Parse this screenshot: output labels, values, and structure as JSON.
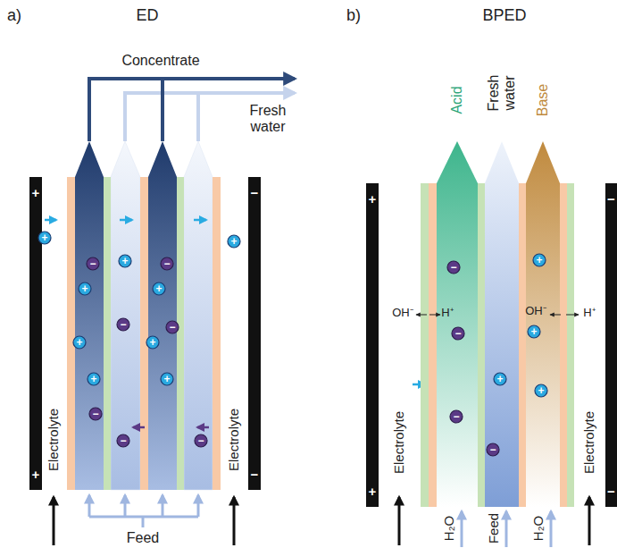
{
  "diagram": {
    "nodes": [
      {
        "text": [
          "+",
          "+"
        ]
      },
      {
        "text": [
          "−",
          "−"
        ]
      },
      {
        "text": [
          "+",
          "+"
        ]
      },
      {
        "text": [
          "−",
          "−"
        ]
      },
      {
        "text": [
          "+"
        ]
      },
      {
        "text": [
          "+"
        ]
      },
      {
        "text": [
          "+"
        ]
      },
      {
        "text": [
          "−"
        ]
      },
      {
        "text": [
          "+"
        ]
      },
      {
        "text": [
          "−"
        ]
      },
      {
        "text": [
          "+"
        ]
      },
      {
        "text": [
          "−"
        ]
      },
      {
        "text": [
          "+"
        ]
      },
      {
        "text": [
          "−"
        ]
      },
      {
        "text": [
          "+"
        ]
      },
      {
        "text": [
          "+"
        ]
      },
      {
        "text": [
          "+"
        ]
      },
      {
        "text": [
          "−"
        ]
      },
      {
        "text": [
          "−"
        ]
      },
      {
        "text": [
          "−"
        ]
      },
      {
        "text": [
          "−"
        ]
      },
      {
        "text": [
          "+"
        ]
      },
      {
        "text": [
          "−"
        ]
      },
      {
        "text": [
          "+"
        ]
      },
      {
        "text": [
          "+"
        ]
      },
      {
        "text": [
          "+"
        ]
      },
      {
        "text": [
          "−"
        ]
      },
      {
        "text": [
          "−"
        ]
      }
    ],
    "labels": [
      "a)",
      "ED",
      "b)",
      "BPED",
      "Concentrate",
      "Fresh water",
      "Feed",
      "Electrolyte",
      "Electrolyte",
      "Acid",
      "Fresh water",
      "Base",
      "OH⁻",
      "H⁺",
      "OH⁻",
      "H⁺",
      "Electrolyte",
      "Electrolyte",
      "H₂O",
      "Feed",
      "H₂O"
    ]
  }
}
